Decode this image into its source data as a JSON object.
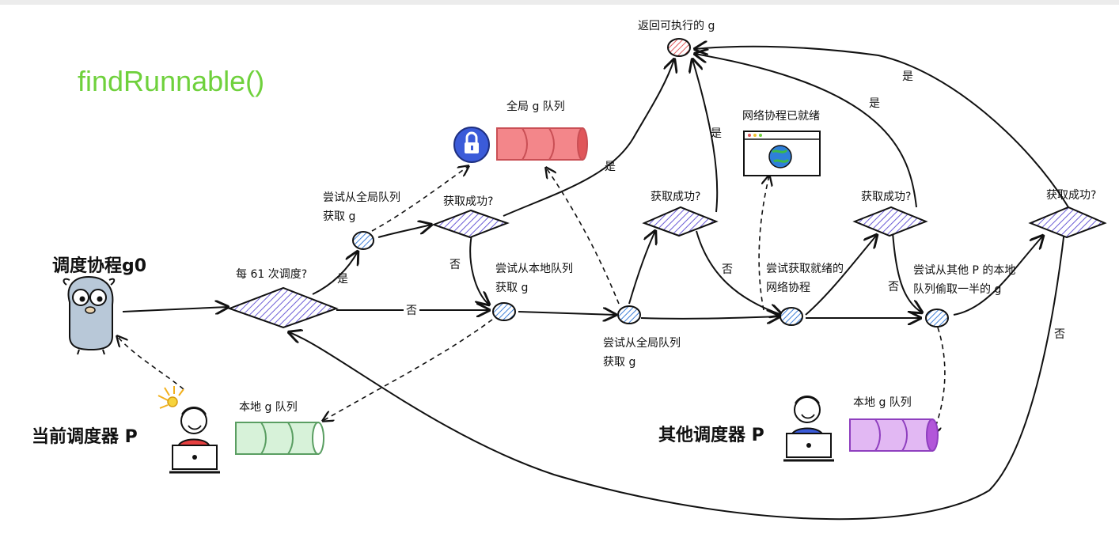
{
  "title": "findRunnable()",
  "nodes": {
    "return_g": "返回可执行的 g",
    "global_queue": "全局 g 队列",
    "net_ready": "网络协程已就绪",
    "try_global_1": "尝试从全局队列\n获取 g",
    "check_success_1": "获取成功?",
    "every_61": "每 61 次调度?",
    "scheduler_g0": "调度协程g0",
    "try_local": "尝试从本地队列\n获取 g",
    "check_success_2": "获取成功?",
    "try_global_2": "尝试从全局队列\n获取 g",
    "try_netpoll": "尝试获取就绪的\n网络协程",
    "check_success_3": "获取成功?",
    "try_steal": "尝试从其他 P 的本地\n队列偷取一半的 g",
    "check_success_4": "获取成功?",
    "local_queue": "本地 g 队列",
    "current_p": "当前调度器 P",
    "other_p": "其他调度器 P",
    "other_local_queue": "本地 g 队列"
  },
  "edges": {
    "yes": "是",
    "no": "否"
  },
  "colors": {
    "title": "#6fd13c",
    "global_queue": "#f0767a",
    "local_queue": "#c8eccb",
    "other_queue": "#c98ae6",
    "lock": "#3b5bd9",
    "diamond_hatch": "#6b5cd6",
    "circle_hatch": "#3d7fd8"
  }
}
